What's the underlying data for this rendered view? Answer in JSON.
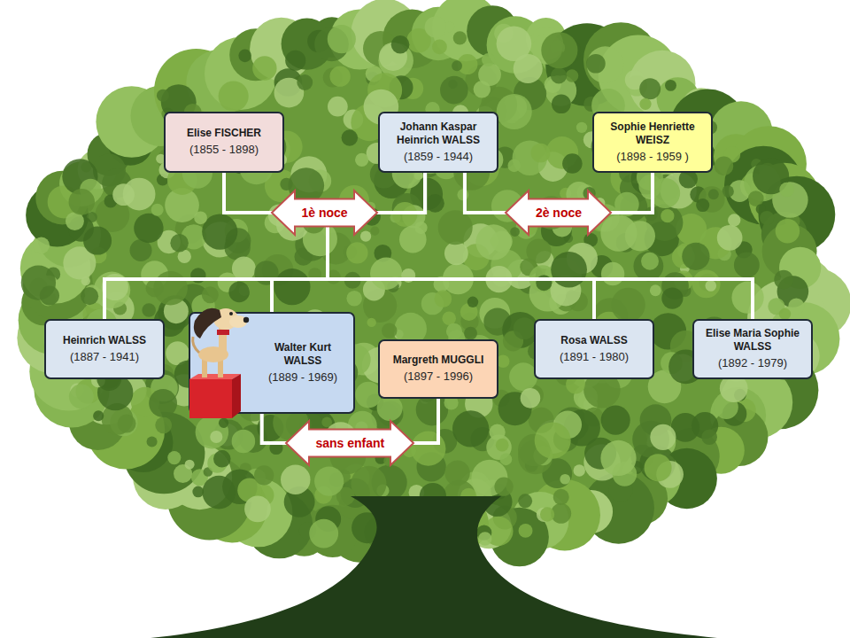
{
  "diagram": {
    "nodes": [
      {
        "text": [
          "Elise FISCHER",
          "(1855 - 1898)"
        ]
      },
      {
        "text": [
          "Johann Kaspar Heinrich WALSS",
          "(1859 - 1944)"
        ]
      },
      {
        "text": [
          "Sophie Henriette WEISZ",
          "(1898 - 1959 )"
        ]
      },
      {
        "text": [
          "Heinrich WALSS",
          "(1887 - 1941)"
        ]
      },
      {
        "text": [
          "Walter Kurt WALSS",
          "(1889 - 1969)"
        ]
      },
      {
        "text": [
          "Margreth MUGGLI",
          "(1897 - 1996)"
        ]
      },
      {
        "text": [
          "Rosa WALSS",
          "(1891 - 1980)"
        ]
      },
      {
        "text": [
          "Elise Maria Sophie WALSS",
          "(1892 - 1979)"
        ]
      }
    ],
    "edges": [
      {
        "from": 0,
        "to": 1,
        "label": "1è noce",
        "arrow": "none"
      },
      {
        "from": 1,
        "to": 2,
        "label": "2è noce",
        "arrow": "none"
      },
      {
        "from": 4,
        "to": 5,
        "label": "sans enfant",
        "arrow": "none"
      },
      {
        "from": 0,
        "to": 3,
        "arrow": "none"
      },
      {
        "from": 0,
        "to": 4,
        "arrow": "none"
      },
      {
        "from": 0,
        "to": 6,
        "arrow": "none"
      },
      {
        "from": 0,
        "to": 7,
        "arrow": "none"
      },
      {
        "from": 1,
        "to": 3,
        "arrow": "none"
      },
      {
        "from": 1,
        "to": 4,
        "arrow": "none"
      },
      {
        "from": 1,
        "to": 6,
        "arrow": "none"
      },
      {
        "from": 1,
        "to": 7,
        "arrow": "none"
      }
    ]
  }
}
